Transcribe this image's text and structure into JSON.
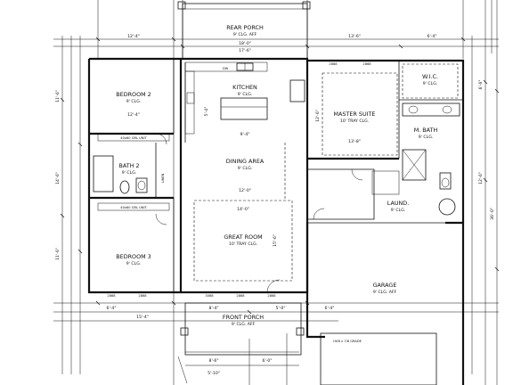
{
  "rooms": {
    "rear_porch": {
      "name": "REAR PORCH",
      "ceiling": "9' CLG. AFF"
    },
    "kitchen": {
      "name": "KITCHEN",
      "ceiling": "9' CLG."
    },
    "bedroom2": {
      "name": "BEDROOM 2",
      "ceiling": "9' CLG."
    },
    "bath2": {
      "name": "BATH 2",
      "ceiling": "9' CLG."
    },
    "dining": {
      "name": "DINING AREA",
      "ceiling": "9' CLG."
    },
    "great_room": {
      "name": "GREAT ROOM",
      "ceiling": "10' TRAY CLG."
    },
    "bedroom3": {
      "name": "BEDROOM 3",
      "ceiling": "9' CLG."
    },
    "master_suite": {
      "name": "MASTER SUITE",
      "ceiling": "10' TRAY CLG."
    },
    "wic": {
      "name": "W.I.C.",
      "ceiling": "9' CLG."
    },
    "m_bath": {
      "name": "M. BATH",
      "ceiling": "9' CLG."
    },
    "laund": {
      "name": "LAUND.",
      "ceiling": "9' CLG."
    },
    "garage": {
      "name": "GARAGE",
      "ceiling": "9' CLG. AFF"
    },
    "front_porch": {
      "name": "FRONT PORCH",
      "ceiling": "9' CLG. AFF"
    }
  },
  "notes": {
    "ac_unit_upper": "40x60 GRL UNIT",
    "ac_unit_lower": "40x60 GRL UNIT",
    "linen": "LINEN",
    "garage_slab": "HUB x 7/8 GRADE",
    "dw": "DW"
  },
  "dimensions": {
    "rear_porch_width": "18'-0\"",
    "top_left": "12'-4\"",
    "top_mid": "17'-6\"",
    "top_right": "13'-6\"",
    "top_far_right": "6'-4\"",
    "bottom_left": "6'-4\"",
    "bottom_left2": "15'-4\"",
    "bottom_mid": "8'-4\"",
    "bottom_mid2": "5'-0\"",
    "bottom_right": "6'-4\"",
    "left_upper": "11'-6\"",
    "left_mid": "14'-6\"",
    "left_lower": "11'-6\"",
    "right_upper": "6'-6\"",
    "right_mid": "12'-6\"",
    "right_total": "36'-0\"",
    "front_porch_w1": "8'-6\"",
    "front_porch_w2": "6'-0\"",
    "front_porch_d": "5'-10\"",
    "window_1": "2868",
    "window_2": "2868",
    "window_3": "3068",
    "window_4": "2868",
    "window_5": "2868",
    "window_6": "2868",
    "window_7": "2868",
    "great_room_w": "14'-0\"",
    "great_room_h": "15'-6\"",
    "dining_w": "12'-0\"",
    "kitchen_w": "9'-4\"",
    "kitchen_h": "5'-4\"",
    "master_h": "12'-6\"",
    "master_w": "13'-8\""
  }
}
